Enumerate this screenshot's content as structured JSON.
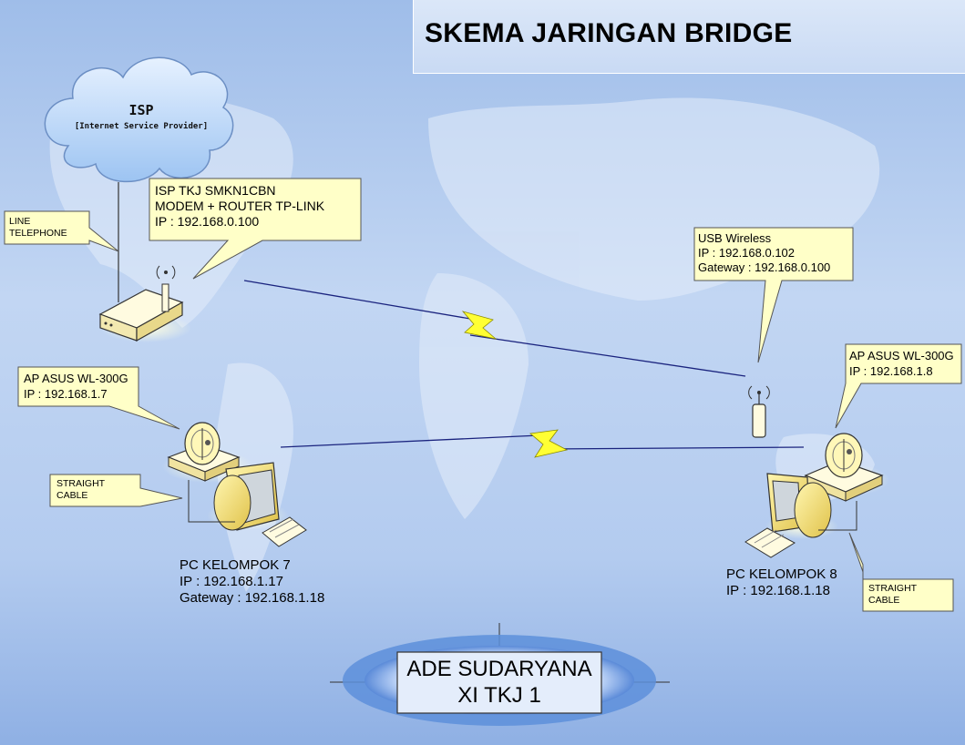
{
  "title": "SKEMA JARINGAN BRIDGE",
  "isp_cloud": {
    "line1": "ISP",
    "line2": "[Internet Service Provider]"
  },
  "callouts": {
    "isp_router": {
      "line1": "ISP TKJ SMKN1CBN",
      "line2": "MODEM + ROUTER TP-LINK",
      "line3": "IP : 192.168.0.100"
    },
    "line_telephone": {
      "line1": "LINE",
      "line2": "TELEPHONE"
    },
    "usb_wireless": {
      "line1": "USB Wireless",
      "line2": "IP : 192.168.0.102",
      "line3": "Gateway : 192.168.0.100"
    },
    "ap_left": {
      "line1": "AP ASUS WL-300G",
      "line2": "IP : 192.168.1.7"
    },
    "ap_right": {
      "line1": "AP ASUS WL-300G",
      "line2": "IP : 192.168.1.8"
    },
    "cable_left": {
      "line1": "STRAIGHT",
      "line2": "CABLE"
    },
    "cable_right": {
      "line1": "STRAIGHT",
      "line2": "CABLE"
    }
  },
  "pc7": {
    "name": "PC KELOMPOK 7",
    "ip": "IP : 192.168.1.17",
    "gateway": "Gateway : 192.168.1.18"
  },
  "pc8": {
    "name": "PC KELOMPOK 8",
    "ip": "IP : 192.168.1.18"
  },
  "signature": {
    "line1": "ADE SUDARYANA",
    "line2": "XI TKJ 1"
  },
  "colors": {
    "background": "#b3cbef",
    "callout_fill": "#ffffc8",
    "lightning_fill": "#ffff33",
    "link_line": "#1a237e"
  }
}
